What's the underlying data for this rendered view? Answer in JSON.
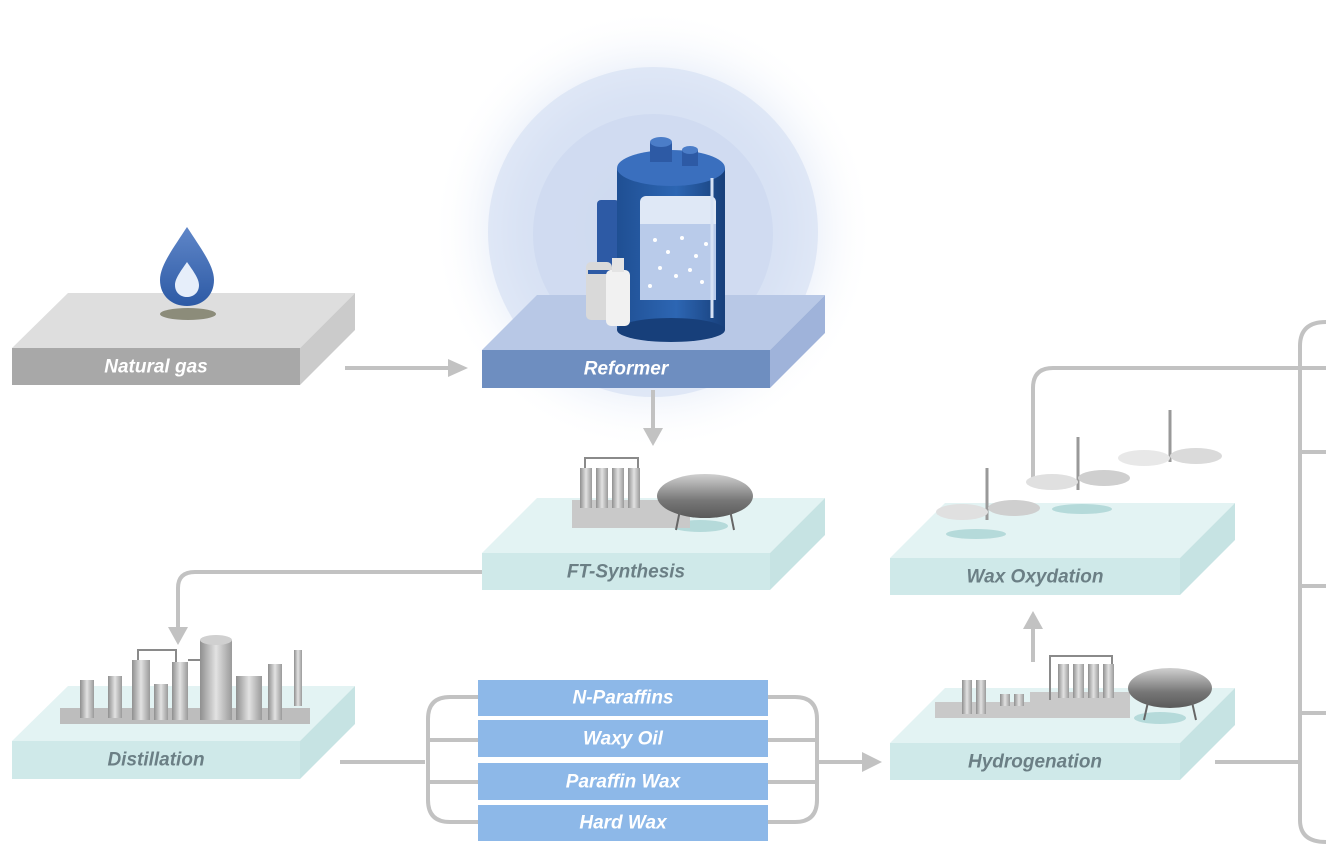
{
  "stages": {
    "natural_gas": "Natural gas",
    "reformer": "Reformer",
    "ft_synthesis": "FT-Synthesis",
    "distillation": "Distillation",
    "hydrogenation": "Hydrogenation",
    "wax_oxydation": "Wax Oxydation"
  },
  "products": [
    "N-Paraffins",
    "Waxy Oil",
    "Paraffin Wax",
    "Hard Wax"
  ],
  "colors": {
    "gray_platform": "#a8a8a8",
    "blue_platform": "#6e8ec0",
    "teal_platform": "#cfe9e9",
    "product_box": "#8db8e8",
    "arrow": "#c2c2c2",
    "vessel_blue": "#1f4f93"
  }
}
